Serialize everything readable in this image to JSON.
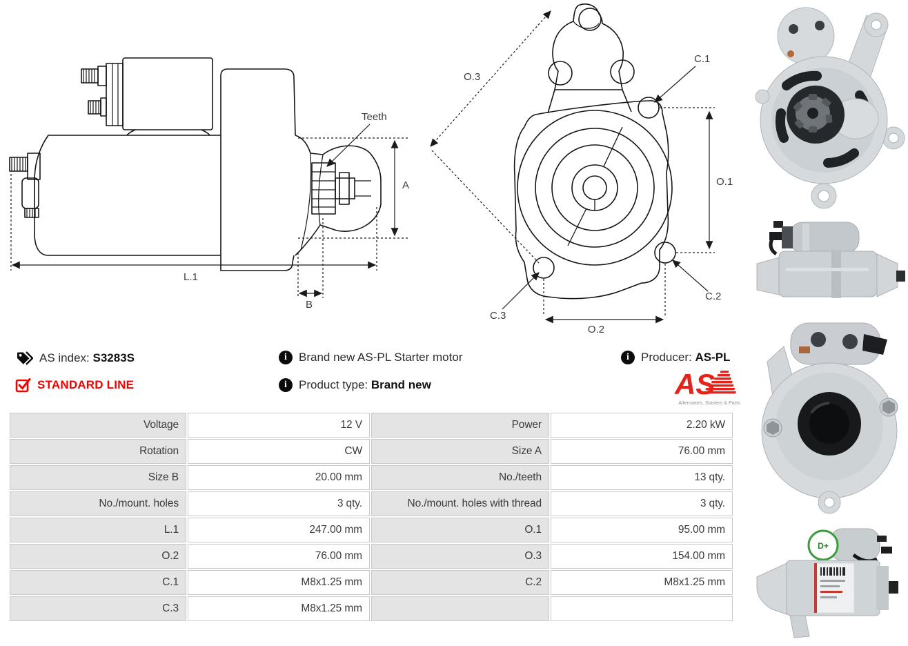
{
  "info": {
    "as_index": {
      "label": "AS index:",
      "value": "S3283S"
    },
    "standard_line": "STANDARD LINE",
    "description": "Brand new AS-PL Starter motor",
    "product_type": {
      "label": "Product type:",
      "value": "Brand new"
    },
    "producer": {
      "label": "Producer:",
      "value": "AS-PL"
    },
    "logo": {
      "wordmark": "AS",
      "tagline": "Alternators, Starters & Parts"
    }
  },
  "diagrams": {
    "side": {
      "teeth": "Teeth",
      "a": "A",
      "l1": "L.1",
      "b": "B"
    },
    "front": {
      "o3": "O.3",
      "c1": "C.1",
      "o1": "O.1",
      "c2": "C.2",
      "c3": "C.3",
      "o2": "O.2"
    }
  },
  "spec_table": {
    "rows": [
      [
        {
          "label": "Voltage",
          "value": "12 V"
        },
        {
          "label": "Power",
          "value": "2.20 kW"
        }
      ],
      [
        {
          "label": "Rotation",
          "value": "CW"
        },
        {
          "label": "Size A",
          "value": "76.00 mm"
        }
      ],
      [
        {
          "label": "Size B",
          "value": "20.00 mm"
        },
        {
          "label": "No./teeth",
          "value": "13 qty."
        }
      ],
      [
        {
          "label": "No./mount. holes",
          "value": "3 qty."
        },
        {
          "label": "No./mount. holes with thread",
          "value": "3 qty."
        }
      ],
      [
        {
          "label": "L.1",
          "value": "247.00 mm"
        },
        {
          "label": "O.1",
          "value": "95.00 mm"
        }
      ],
      [
        {
          "label": "O.2",
          "value": "76.00 mm"
        },
        {
          "label": "O.3",
          "value": "154.00 mm"
        }
      ],
      [
        {
          "label": "C.1",
          "value": "M8x1.25 mm"
        },
        {
          "label": "C.2",
          "value": "M8x1.25 mm"
        }
      ],
      [
        {
          "label": "C.3",
          "value": "M8x1.25 mm"
        },
        {
          "label": "",
          "value": ""
        }
      ]
    ]
  },
  "colors": {
    "accent_red": "#f30000",
    "logo_red": "#e5231b",
    "table_label_bg": "#e4e4e4",
    "table_border": "#c9c9c9",
    "text_dark": "#3b3b3b"
  }
}
